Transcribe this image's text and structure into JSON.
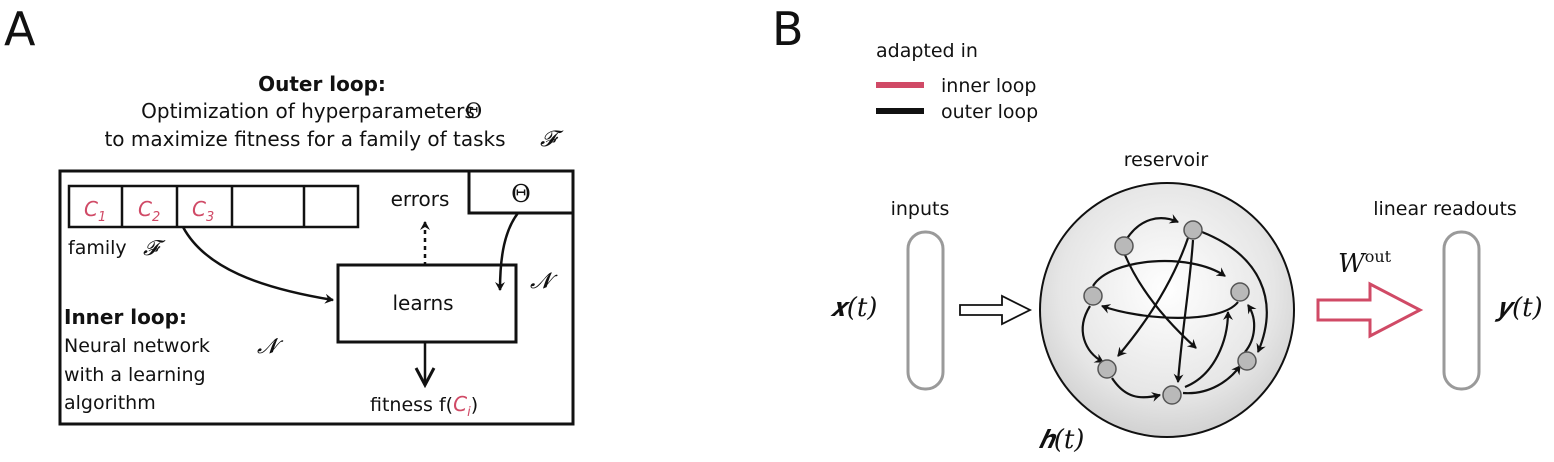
{
  "panel_a": {
    "label": "A",
    "outer_loop": {
      "title": "Outer loop:",
      "line1_prefix": "Optimization of hyperparameters",
      "line1_symbol": "Θ",
      "line2_prefix": "to maximize fitness for a family of tasks",
      "line2_symbol": "𝓕"
    },
    "family_cells": [
      "C",
      "C",
      "C",
      "",
      ""
    ],
    "family_subscripts": [
      "1",
      "2",
      "3",
      "",
      ""
    ],
    "family_label": "family",
    "family_symbol": "𝓕",
    "errors_label": "errors",
    "theta_symbol": "Θ",
    "learns_label": "learns",
    "network_symbol": "𝓝",
    "inner_loop": {
      "title": "Inner loop:",
      "line1_prefix": "Neural network",
      "line1_symbol": "𝓝",
      "line2": "with a learning",
      "line3": "algorithm"
    },
    "fitness_label": "fitness  f(",
    "fitness_task": "C",
    "fitness_sub": "i",
    "fitness_close": ")"
  },
  "panel_b": {
    "label": "B",
    "legend": {
      "title": "adapted in",
      "items": [
        {
          "label": "inner loop",
          "color": "#d04a66"
        },
        {
          "label": "outer loop",
          "color": "#111111"
        }
      ]
    },
    "inputs_label": "inputs",
    "input_symbol": "𝒙(t)",
    "reservoir_label": "reservoir",
    "state_symbol": "𝒉(t)",
    "readouts_label": "linear readouts",
    "weight_symbol": "W",
    "weight_sup": "out",
    "output_symbol": "𝒚(t)"
  },
  "colors": {
    "accent": "#d04a66",
    "node": "#b9b9b9",
    "ink": "#111111"
  }
}
